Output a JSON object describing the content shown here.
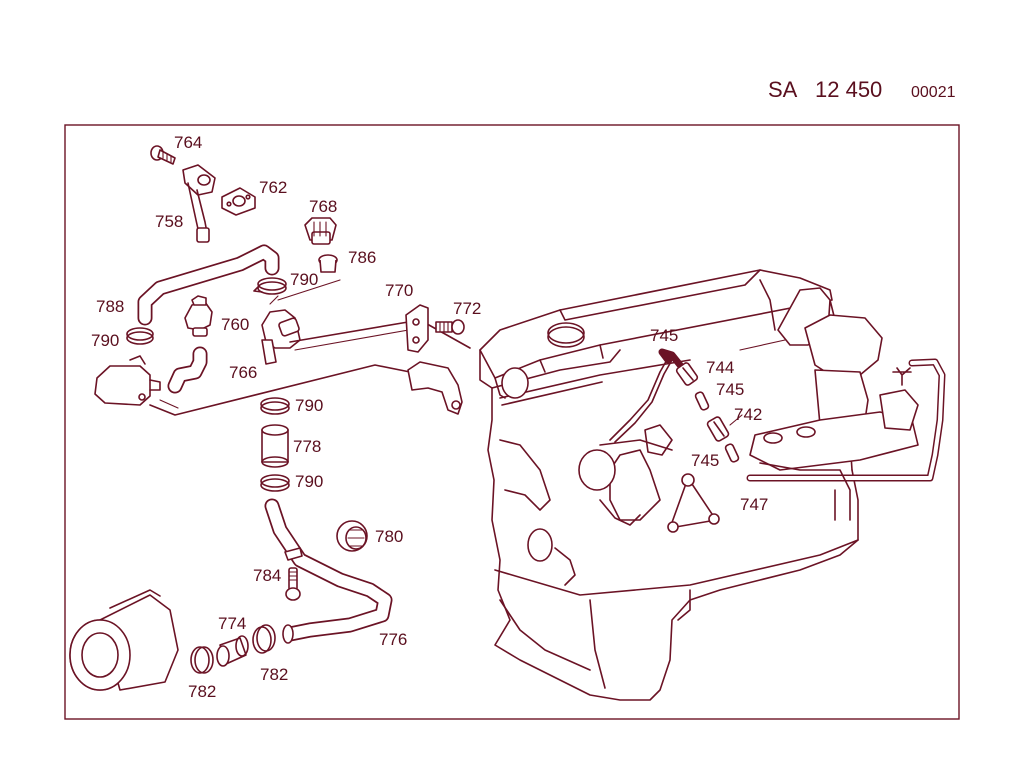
{
  "header": {
    "code_prefix": "SA",
    "code_number": "12 450",
    "sheet": "00021"
  },
  "colors": {
    "line": "#6b1325",
    "text": "#5a0f1e",
    "background": "#ffffff"
  },
  "part_labels": {
    "p764": "764",
    "p762": "762",
    "p758": "758",
    "p768": "768",
    "p786": "786",
    "p790a": "790",
    "p788": "788",
    "p760": "760",
    "p790b": "790",
    "p766": "766",
    "p770": "770",
    "p772": "772",
    "p790c": "790",
    "p778": "778",
    "p790d": "790",
    "p780": "780",
    "p784": "784",
    "p774": "774",
    "p776": "776",
    "p782a": "782",
    "p782b": "782",
    "p745a": "745",
    "p744": "744",
    "p745b": "745",
    "p742": "742",
    "p745c": "745",
    "p747": "747"
  }
}
